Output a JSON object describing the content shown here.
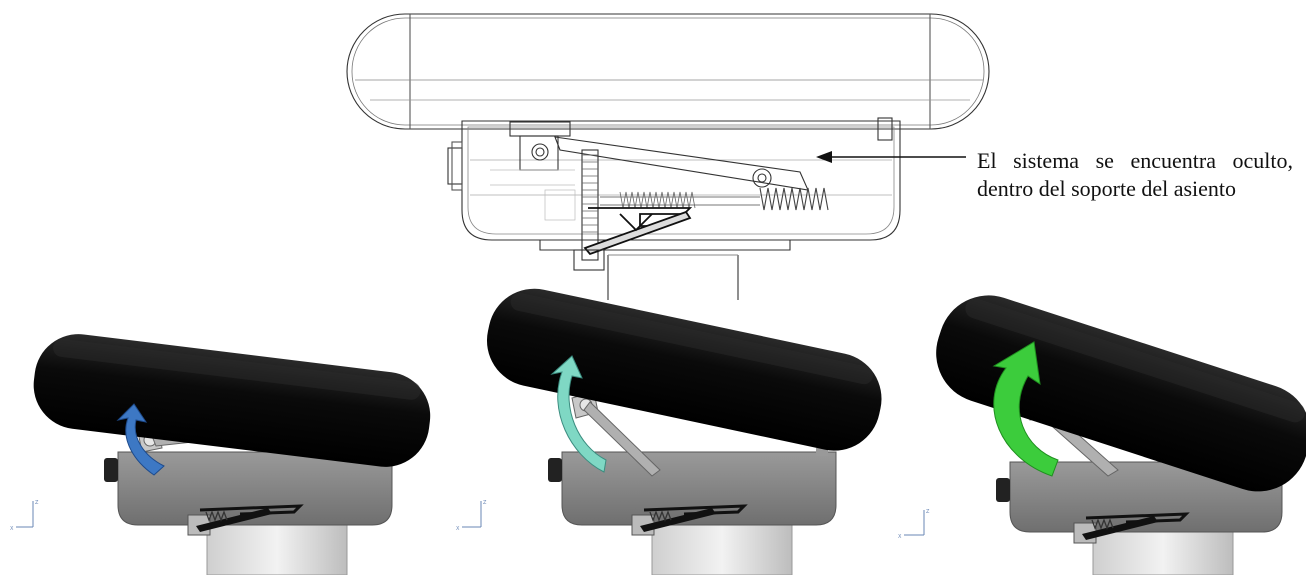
{
  "annotation": {
    "text": "El sistema se encuentra oculto, dentro del soporte del asiento"
  },
  "panels": [
    {
      "name": "position-low",
      "arrow_color": "#3d78c4"
    },
    {
      "name": "position-mid",
      "arrow_color": "#7fd8c4"
    },
    {
      "name": "position-high",
      "arrow_color": "#3ccc3c"
    }
  ],
  "colors": {
    "pad": "#0a0a0a",
    "housing": "#8e8e8e",
    "outline": "#555555",
    "leader_line": "#111111"
  }
}
